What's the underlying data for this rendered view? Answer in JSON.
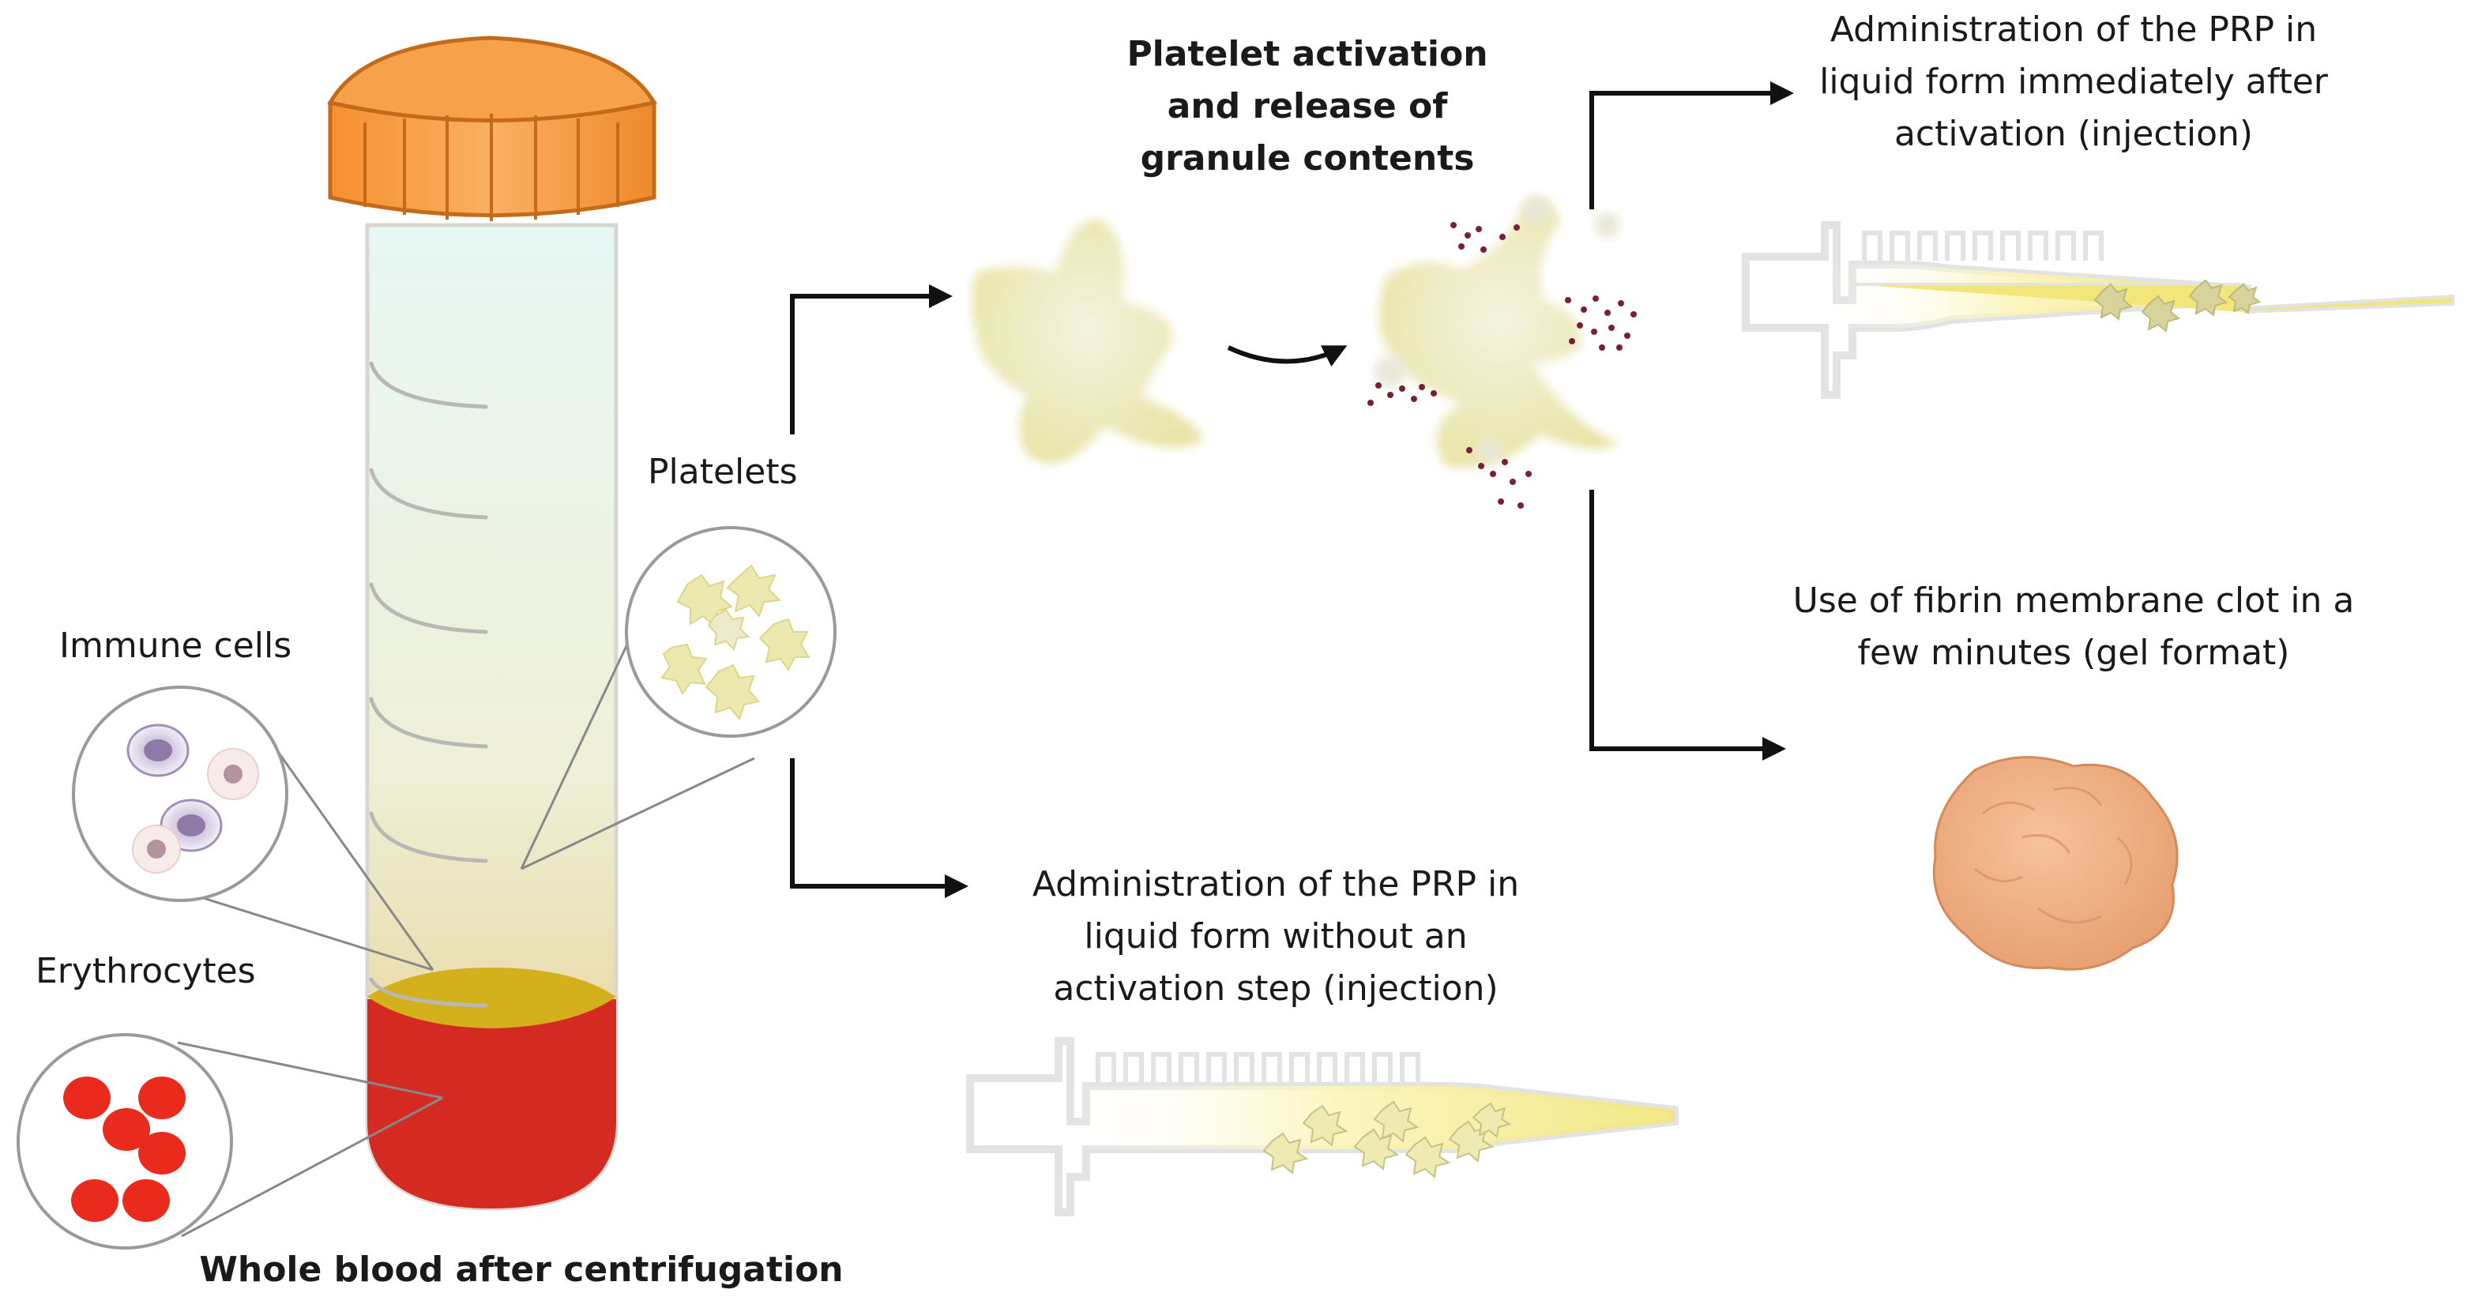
{
  "labels": {
    "whole_blood": "Whole blood after centrifugation",
    "platelets": "Platelets",
    "immune_cells": "Immune cells",
    "erythrocytes": "Erythrocytes",
    "activation": [
      "Platelet activation",
      "and release of",
      "granule contents"
    ],
    "admin_immediate": [
      "Administration of the PRP in",
      "liquid form immediately after",
      "activation (injection)"
    ],
    "fibrin_clot": [
      "Use of fibrin membrane clot in a",
      "few minutes (gel format)"
    ],
    "admin_no_activation": [
      "Administration of the PRP in",
      "liquid form without an",
      "activation step (injection)"
    ]
  },
  "colors": {
    "cap": "#f79a3e",
    "cap_stroke": "#c46a1a",
    "plasma_top": "#e6f6f3",
    "plasma_bottom": "#ead597",
    "buffy_coat": "#d4b01c",
    "erythrocytes": "#d42a22",
    "rbc": "#ea2a1c",
    "platelet": "#f0eebf",
    "granule": "#7a1f3a",
    "clot": "#f2b487",
    "syringe_fill": "#f5ec8c",
    "arrow": "#111111"
  }
}
